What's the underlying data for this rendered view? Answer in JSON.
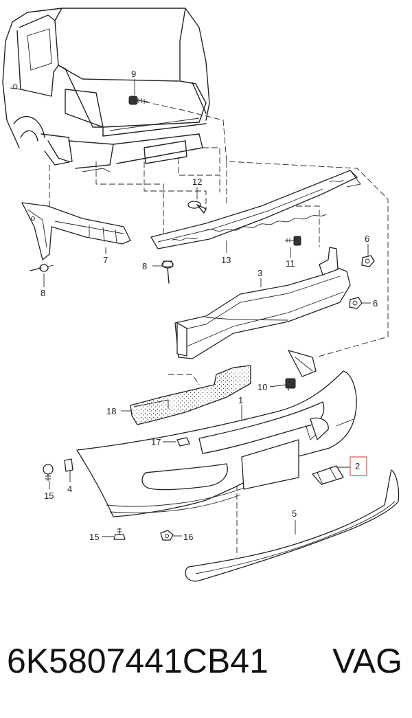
{
  "callouts": {
    "c1": "1",
    "c2": "2",
    "c3": "3",
    "c4": "4",
    "c5": "5",
    "c6a": "6",
    "c6b": "6",
    "c7": "7",
    "c8a": "8",
    "c8b": "8",
    "c9": "9",
    "c10": "10",
    "c11": "11",
    "c12": "12",
    "c13": "13",
    "c15a": "15",
    "c15b": "15",
    "c16": "16",
    "c17": "17",
    "c18": "18"
  },
  "highlight": {
    "callout": "2",
    "color": "#d9534f"
  },
  "footer": {
    "part_number": "6K5807441CB41",
    "brand": "VAG"
  }
}
